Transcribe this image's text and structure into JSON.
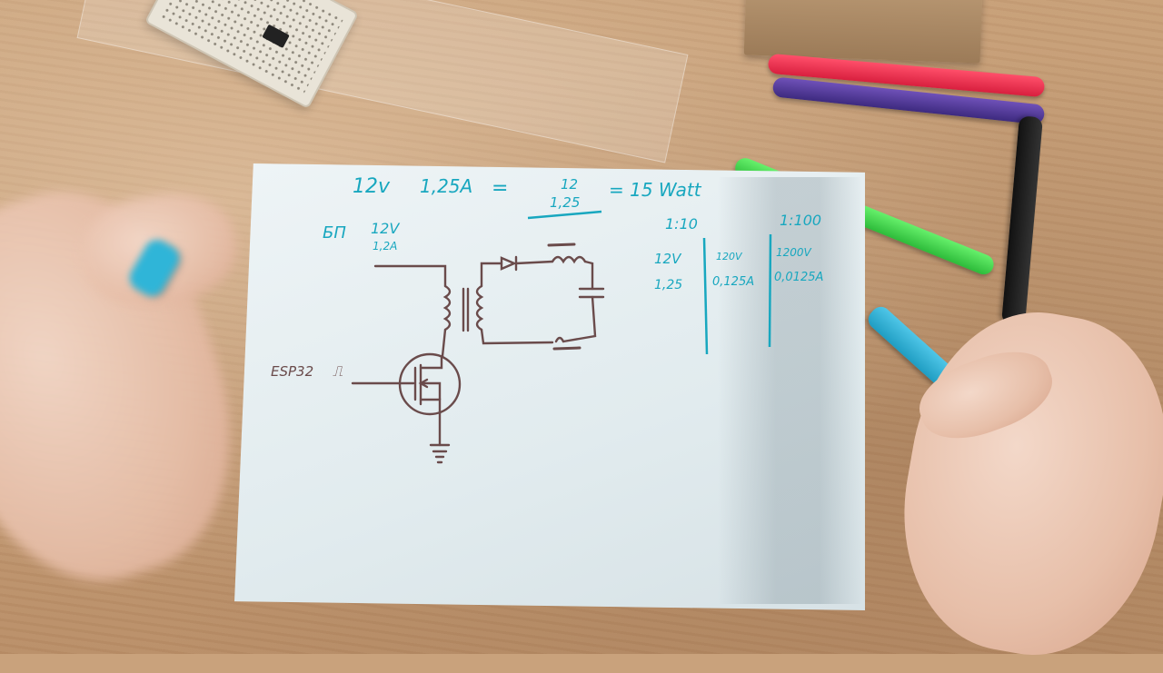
{
  "scene": {
    "background_color": "#c9a27c",
    "paper_color": "#e6eef1",
    "teal_ink": "#18a7bf",
    "brown_ink": "#6a4b4b"
  },
  "notes": {
    "top_formula": {
      "voltage": "12v",
      "current": "1,25A",
      "equals": "=",
      "numerator": "12",
      "denominator": "1,25",
      "result": "= 15 Watt"
    },
    "power_supply": {
      "label": "БП",
      "voltage": "12V",
      "current": "1,2A"
    },
    "controller": {
      "label": "ESP32",
      "pulse_symbol": "⎍"
    },
    "ratio_table": {
      "header_mid": "1:10",
      "header_right": "1:100",
      "row1": {
        "base": "12V",
        "mid": "120V",
        "right": "1200V"
      },
      "row2": {
        "base": "1,25",
        "mid": "0,125A",
        "right": "0,0125A"
      }
    }
  }
}
